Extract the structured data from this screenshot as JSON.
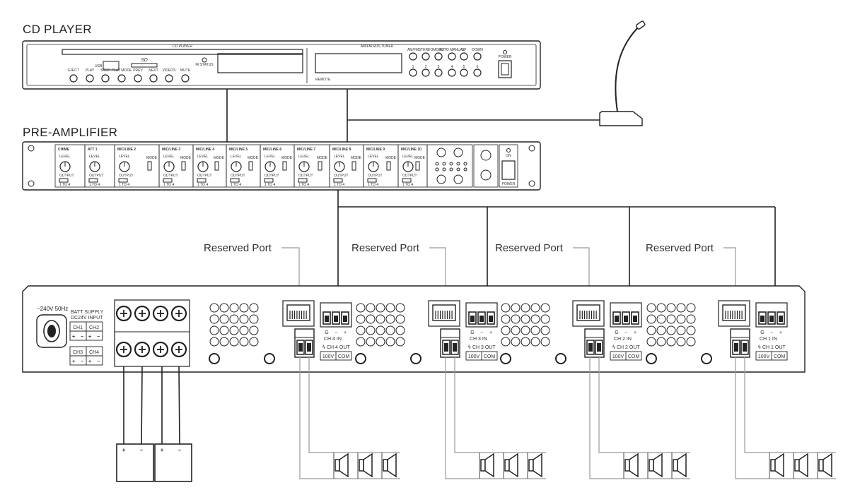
{
  "cd_player": {
    "title": "CD PLAYER",
    "panel_label": "CD PLAYER",
    "tuner_label": "AM/FM RDS TUNER",
    "usb_label": "USB",
    "sd_label": "SD",
    "ir_label": "IR STATUS",
    "remote_label": "REMOTE",
    "power_label": "POWER",
    "transport_buttons": [
      "EJECT",
      "PLAY",
      "STOP",
      "PLAY MODE",
      "PREV",
      "NEXT",
      "VIDEOS",
      "MUTE"
    ],
    "tuner_buttons": [
      "AM/FM",
      "STEREO",
      "MONO",
      "AUTO MANUAL",
      "UP",
      "DOWN"
    ],
    "presets": [
      "1",
      "2",
      "3",
      "4",
      "5",
      "6"
    ]
  },
  "pre_amplifier": {
    "title": "PRE-AMPLIFIER",
    "channels": [
      "CHIME",
      "ATT 1",
      "MIC/LINE 2",
      "MIC/LINE 3",
      "MIC/LINE 4",
      "MIC/LINE 5",
      "MIC/LINE 6",
      "MIC/LINE 7",
      "MIC/LINE 8",
      "MIC/LINE 9",
      "MIC/LINE 10"
    ],
    "level_label": "LEVEL",
    "mode_label": "MODE",
    "output_label": "OUTPUT",
    "zone_label": "1 TO 4",
    "on_label": "ON",
    "power_label": "POWER"
  },
  "amplifier": {
    "mains_label": "~240V 50Hz",
    "batt_label_1": "BATT SUPPLY",
    "batt_label_2": "DC24V INPUT",
    "batt_channels": [
      "CH1",
      "CH2",
      "CH3",
      "CH4"
    ],
    "plus": "+",
    "minus": "−",
    "terminal_markers": [
      "G",
      "−",
      "+"
    ],
    "out_100v": "100V",
    "out_com": "COM",
    "channels": [
      {
        "in": "CH 4 IN",
        "out": "CH 4 OUT"
      },
      {
        "in": "CH 3 IN",
        "out": "CH 3 OUT"
      },
      {
        "in": "CH 2 IN",
        "out": "CH 2 OUT"
      },
      {
        "in": "CH 1 IN",
        "out": "CH 1 OUT"
      }
    ],
    "reserved_port_label": "Reserved Port"
  },
  "batteries": {
    "plus": "+",
    "minus": "−"
  }
}
